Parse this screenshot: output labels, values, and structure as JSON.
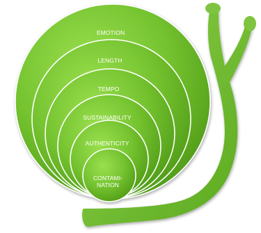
{
  "diagram": {
    "rings": [
      {
        "label": "EMOTION"
      },
      {
        "label": "LENGTH"
      },
      {
        "label": "TEMPO"
      },
      {
        "label": "SUSTAINABILITY"
      },
      {
        "label": "AUTHENTICITY"
      },
      {
        "label": "CONTAMI-",
        "label2": "NATION"
      }
    ],
    "colors": {
      "fill_light": "#8fd24a",
      "fill_mid": "#6fbf2c",
      "fill_dark": "#4e9a18",
      "stroke": "#ffffff",
      "body": "#7ec440"
    }
  }
}
